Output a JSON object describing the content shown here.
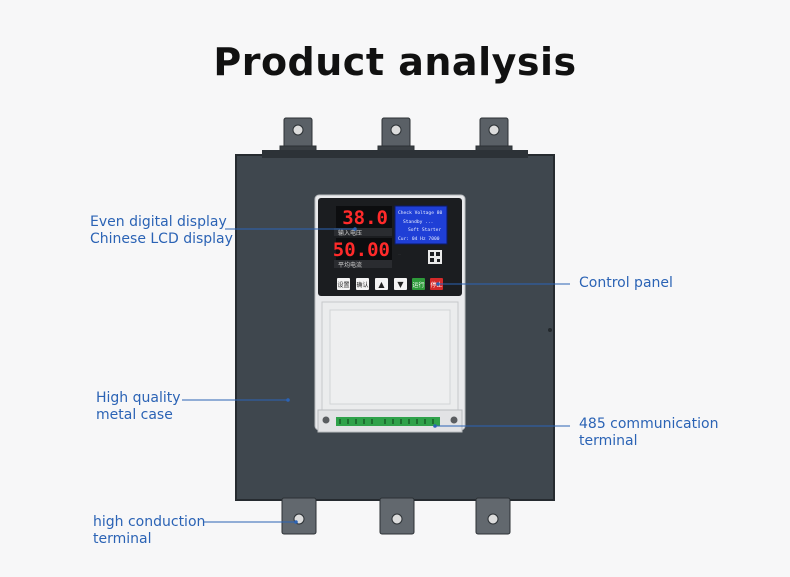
{
  "title": "Product analysis",
  "labels": {
    "display": [
      "Even digital display",
      "Chinese LCD display"
    ],
    "control": [
      "Control panel"
    ],
    "case": [
      "High quality",
      "metal case"
    ],
    "comm": [
      "485 communication",
      "terminal"
    ],
    "terminal": [
      "high conduction",
      "terminal"
    ]
  },
  "panel": {
    "led_top": "38.0",
    "led_bottom": "50.00",
    "led_top_caption": "输入电压",
    "led_bottom_caption": "平均电流",
    "lcd_lines": [
      "Check Voltage  80",
      "Standby ...",
      "Soft Starter",
      "Cur: 04 Hz 7000"
    ],
    "buttons": [
      "设置",
      "确认",
      "▲",
      "▼",
      "运行",
      "停止"
    ]
  },
  "colors": {
    "accent": "#2b63b5",
    "case": "#3f474e",
    "led": "#ff2a2a",
    "lcd": "#1f3fd6"
  }
}
